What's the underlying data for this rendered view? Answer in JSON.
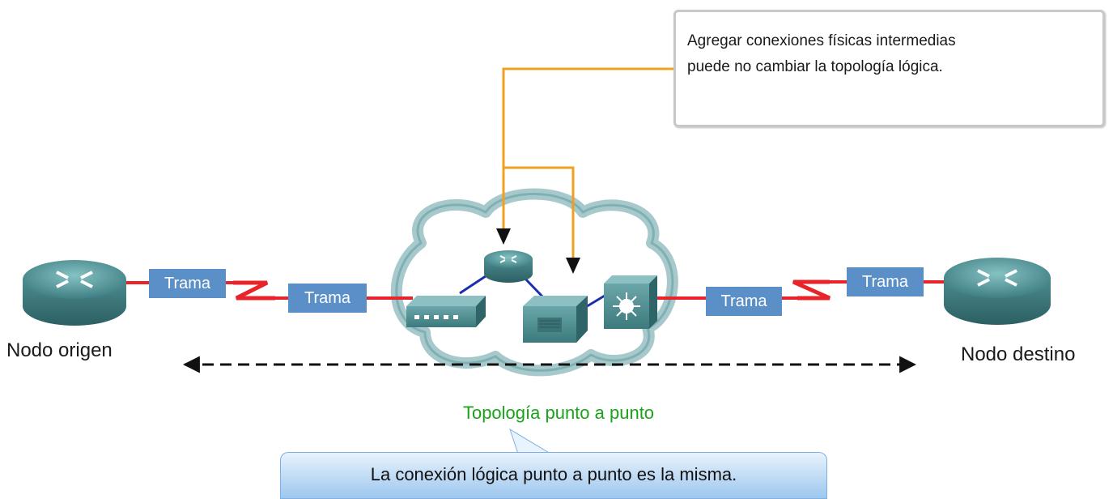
{
  "note": {
    "line1": "Agregar conexiones físicas intermedias",
    "line2": "puede no cambiar la topología lógica."
  },
  "source_node": {
    "label": "Nodo origen"
  },
  "dest_node": {
    "label": "Nodo destino"
  },
  "frames": [
    "Trama",
    "Trama",
    "Trama",
    "Trama"
  ],
  "topology_label": "Topología punto a punto",
  "callout": "La conexión lógica punto a punto es la misma.",
  "colors": {
    "serial_link": "#e8242a",
    "ethernet_link": "#1a2fb0",
    "annotation_arrow": "#f0a020",
    "frame_box": "#5b8fc7",
    "device": "#4f9296",
    "topology_text": "#1aa31a",
    "callout_fill": "#b8d8f4"
  }
}
